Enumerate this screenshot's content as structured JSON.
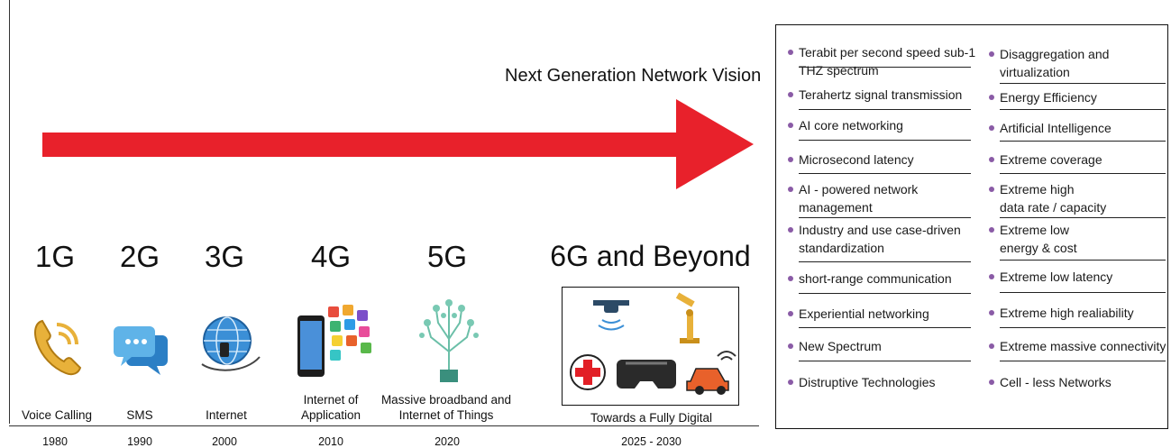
{
  "vision_title": "Next Generation Network Vision",
  "arrow_color": "#e8212b",
  "bullet_color": "#8a5ba6",
  "generations": [
    {
      "label": "1G",
      "caption": [
        "Voice Calling"
      ],
      "year": "1980",
      "icon": "phone-icon"
    },
    {
      "label": "2G",
      "caption": [
        "SMS"
      ],
      "year": "1990",
      "icon": "chat-bubbles-icon"
    },
    {
      "label": "3G",
      "caption": [
        "Internet"
      ],
      "year": "2000",
      "icon": "globe-icon"
    },
    {
      "label": "4G",
      "caption": [
        "Internet of",
        "Application"
      ],
      "year": "2010",
      "icon": "smartphone-apps-icon"
    },
    {
      "label": "5G",
      "caption": [
        "Massive broadband and",
        "Internet of Things"
      ],
      "year": "2020",
      "icon": "iot-tree-icon"
    },
    {
      "label": "6G and Beyond",
      "caption": [
        "Towards a Fully Digital"
      ],
      "year": "2025 - 2030",
      "icon": "digital-world-icons"
    }
  ],
  "features_left": [
    [
      "Terabit per second speed sub-1",
      "THZ spectrum"
    ],
    [
      "Terahertz signal transmission"
    ],
    [
      "AI core networking"
    ],
    [
      "Microsecond latency"
    ],
    [
      "AI - powered network",
      "management"
    ],
    [
      "Industry and use case-driven",
      "standardization"
    ],
    [
      "short-range communication"
    ],
    [
      "Experiential networking"
    ],
    [
      "New Spectrum"
    ],
    [
      "Distruptive Technologies"
    ]
  ],
  "features_right": [
    [
      "Disaggregation and",
      "virtualization"
    ],
    [
      "Energy Efficiency"
    ],
    [
      "Artificial Intelligence"
    ],
    [
      "Extreme coverage"
    ],
    [
      "Extreme high",
      "data rate / capacity"
    ],
    [
      "Extreme low",
      "energy & cost"
    ],
    [
      "Extreme low latency"
    ],
    [
      "Extreme high realiability"
    ],
    [
      "Extreme massive connectivity"
    ],
    [
      "Cell - less Networks"
    ]
  ]
}
